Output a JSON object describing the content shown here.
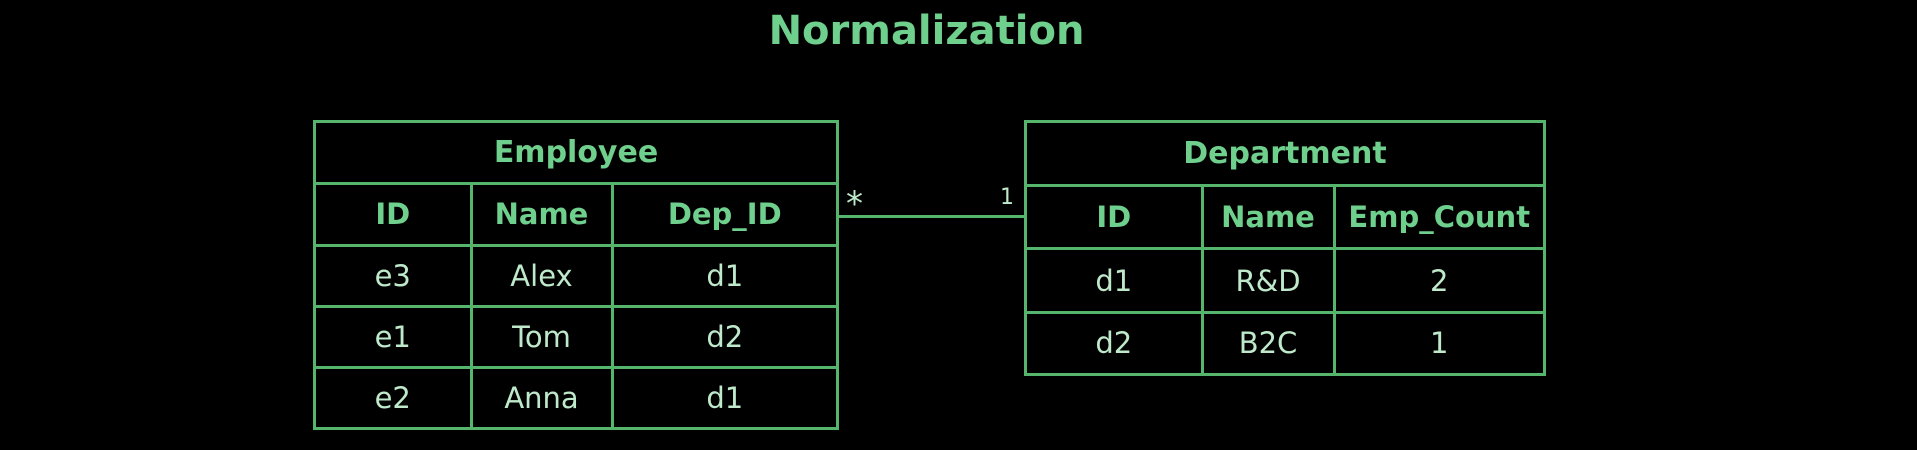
{
  "title": "Normalization",
  "colors": {
    "background": "#000000",
    "accent": "#6fcf8c",
    "border": "#55b56c",
    "cell_text": "#bfe9cb"
  },
  "employee": {
    "name": "Employee",
    "columns": [
      "ID",
      "Name",
      "Dep_ID"
    ],
    "rows": [
      [
        "e3",
        "Alex",
        "d1"
      ],
      [
        "e1",
        "Tom",
        "d2"
      ],
      [
        "e2",
        "Anna",
        "d1"
      ]
    ]
  },
  "department": {
    "name": "Department",
    "columns": [
      "ID",
      "Name",
      "Emp_Count"
    ],
    "rows": [
      [
        "d1",
        "R&D",
        "2"
      ],
      [
        "d2",
        "B2C",
        "1"
      ]
    ]
  },
  "relationship": {
    "employee_multiplicity": "*",
    "department_multiplicity": "1"
  }
}
